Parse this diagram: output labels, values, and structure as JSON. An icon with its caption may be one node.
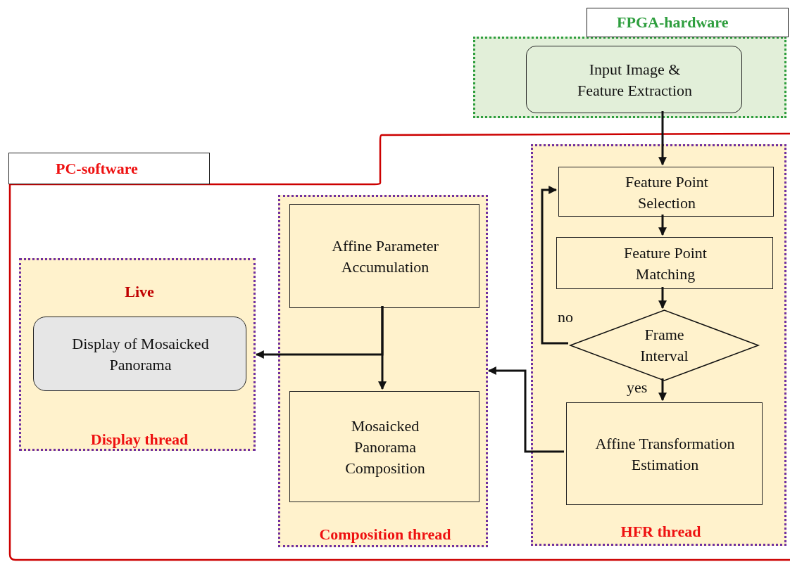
{
  "diagram": {
    "nodes": [
      {
        "text": [
          "FPGA-hardware"
        ]
      },
      {
        "text": [
          "Input Image & Feature Extraction"
        ],
        "in": 0
      },
      {
        "text": [
          "PC-software"
        ]
      },
      {
        "text": [
          "Live",
          "Display thread"
        ],
        "in": 2
      },
      {
        "text": [
          "Display of Mosaicked Panorama"
        ],
        "in": 3
      },
      {
        "text": [
          "Composition thread"
        ],
        "in": 2
      },
      {
        "text": [
          "Affine Parameter Accumulation"
        ],
        "in": 5
      },
      {
        "text": [
          "Mosaicked Panorama Composition"
        ],
        "in": 5
      },
      {
        "text": [
          "HFR thread"
        ],
        "in": 2
      },
      {
        "text": [
          "Feature Point Selection"
        ],
        "in": 8
      },
      {
        "text": [
          "Feature Point Matching"
        ],
        "in": 8
      },
      {
        "text": [
          "Frame Interval"
        ],
        "in": 8
      },
      {
        "text": [
          "Affine Transformation Estimation"
        ],
        "in": 8
      }
    ],
    "edges": [
      {
        "from": 1,
        "to": 9,
        "arrow": "to"
      },
      {
        "from": 9,
        "to": 10,
        "arrow": "to"
      },
      {
        "from": 10,
        "to": 11,
        "arrow": "to"
      },
      {
        "from": 11,
        "to": 12,
        "arrow": "to",
        "label": "yes"
      },
      {
        "from": 11,
        "to": 9,
        "arrow": "to",
        "label": "no"
      },
      {
        "from": 12,
        "to": 5,
        "arrow": "to"
      },
      {
        "from": 6,
        "to": 7,
        "arrow": "to"
      },
      {
        "from": 6,
        "to": 3,
        "arrow": "to"
      }
    ]
  }
}
